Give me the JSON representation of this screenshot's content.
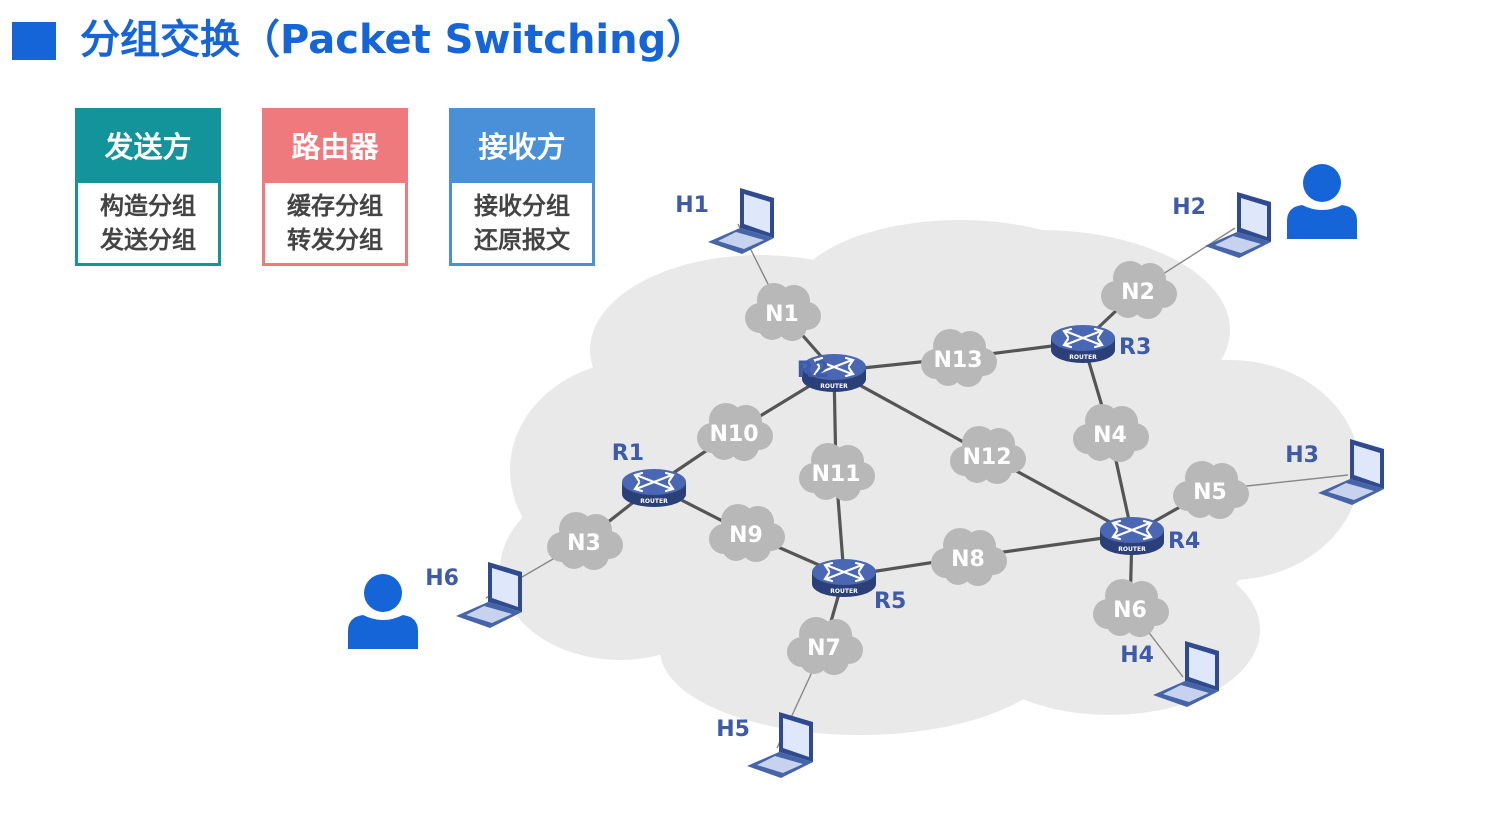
{
  "title": "分组交换（Packet Switching）",
  "roles": {
    "sender": {
      "head": "发送方",
      "line1": "构造分组",
      "line2": "发送分组"
    },
    "router": {
      "head": "路由器",
      "line1": "缓存分组",
      "line2": "转发分组"
    },
    "receiver": {
      "head": "接收方",
      "line1": "接收分组",
      "line2": "还原报文"
    }
  },
  "colors": {
    "accent": "#1565d8",
    "sender": "#13939a",
    "router": "#ef7a7e",
    "receiver": "#4a90d9",
    "node_label": "#3d5ba8",
    "cloud_bg": "#e9e9e9",
    "mini_cloud": "#b8b8b8",
    "link": "#555555"
  },
  "network": {
    "hosts": [
      "H1",
      "H2",
      "H3",
      "H4",
      "H5",
      "H6"
    ],
    "routers": [
      "R1",
      "R2",
      "R3",
      "R4",
      "R5"
    ],
    "router_caption": "ROUTER",
    "networks": [
      "N1",
      "N2",
      "N3",
      "N4",
      "N5",
      "N6",
      "N7",
      "N8",
      "N9",
      "N10",
      "N11",
      "N12",
      "N13"
    ],
    "links": [
      [
        "H1",
        "N1"
      ],
      [
        "N1",
        "R2"
      ],
      [
        "R2",
        "N13"
      ],
      [
        "N13",
        "R3"
      ],
      [
        "R3",
        "N2"
      ],
      [
        "N2",
        "H2"
      ],
      [
        "R3",
        "N4"
      ],
      [
        "N4",
        "R4"
      ],
      [
        "R4",
        "N5"
      ],
      [
        "N5",
        "H3"
      ],
      [
        "R4",
        "N6"
      ],
      [
        "N6",
        "H4"
      ],
      [
        "R4",
        "N8"
      ],
      [
        "N8",
        "R5"
      ],
      [
        "R5",
        "N7"
      ],
      [
        "N7",
        "H5"
      ],
      [
        "R5",
        "N9"
      ],
      [
        "N9",
        "R1"
      ],
      [
        "R1",
        "N3"
      ],
      [
        "N3",
        "H6"
      ],
      [
        "R1",
        "N10"
      ],
      [
        "N10",
        "R2"
      ],
      [
        "R2",
        "N11"
      ],
      [
        "N11",
        "R5"
      ],
      [
        "R2",
        "N12"
      ],
      [
        "N12",
        "R4"
      ]
    ]
  }
}
